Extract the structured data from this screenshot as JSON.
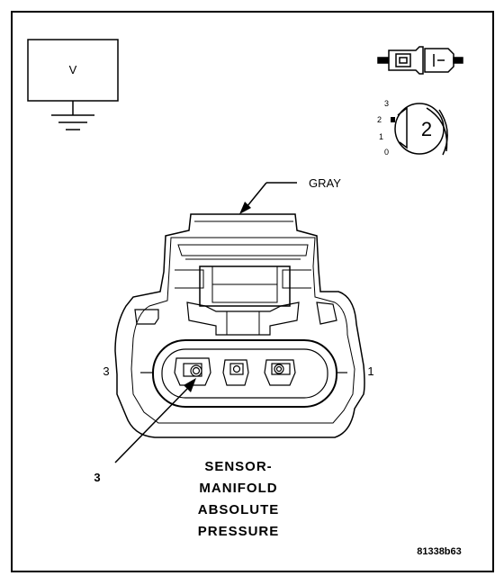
{
  "meter": {
    "symbol": "V"
  },
  "selector": {
    "positions": [
      "3",
      "2",
      "1",
      "0"
    ],
    "selected": "2"
  },
  "connector": {
    "color_label": "GRAY",
    "pin_left": "3",
    "pin_right": "1",
    "callout": "3"
  },
  "title_lines": [
    "SENSOR-",
    "MANIFOLD",
    "ABSOLUTE",
    "PRESSURE"
  ],
  "figure_code": "81338b63"
}
